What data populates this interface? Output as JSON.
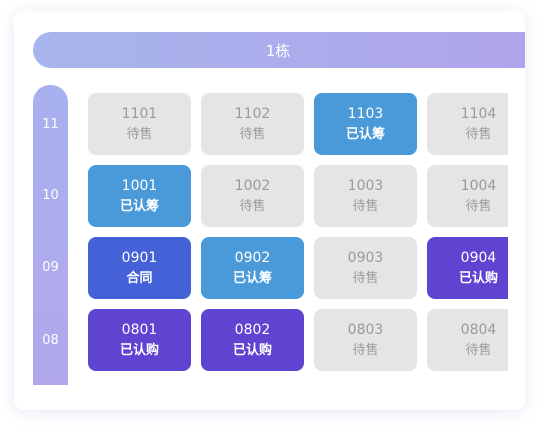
{
  "building": {
    "label": "1栋"
  },
  "floors": [
    "11",
    "10",
    "09",
    "08"
  ],
  "status_colors": {
    "idle": "#e5e5e5",
    "registered": "#4a9ad9",
    "contract": "#4561d8",
    "purchase_registered": "#5f44d2"
  },
  "rows": [
    {
      "floor": "11",
      "units": [
        {
          "number": "1101",
          "status": "待售"
        },
        {
          "number": "1102",
          "status": "待售"
        },
        {
          "number": "1103",
          "status": "已认筹"
        },
        {
          "number": "1104",
          "status": "待售"
        }
      ]
    },
    {
      "floor": "10",
      "units": [
        {
          "number": "1001",
          "status": "已认筹"
        },
        {
          "number": "1002",
          "status": "待售"
        },
        {
          "number": "1003",
          "status": "待售"
        },
        {
          "number": "1004",
          "status": "待售"
        }
      ]
    },
    {
      "floor": "09",
      "units": [
        {
          "number": "0901",
          "status": "合同"
        },
        {
          "number": "0902",
          "status": "已认筹"
        },
        {
          "number": "0903",
          "status": "待售"
        },
        {
          "number": "0904",
          "status": "已认购"
        }
      ]
    },
    {
      "floor": "08",
      "units": [
        {
          "number": "0801",
          "status": "已认购"
        },
        {
          "number": "0802",
          "status": "已认购"
        },
        {
          "number": "0803",
          "status": "待售"
        },
        {
          "number": "0804",
          "status": "待售"
        }
      ]
    }
  ]
}
